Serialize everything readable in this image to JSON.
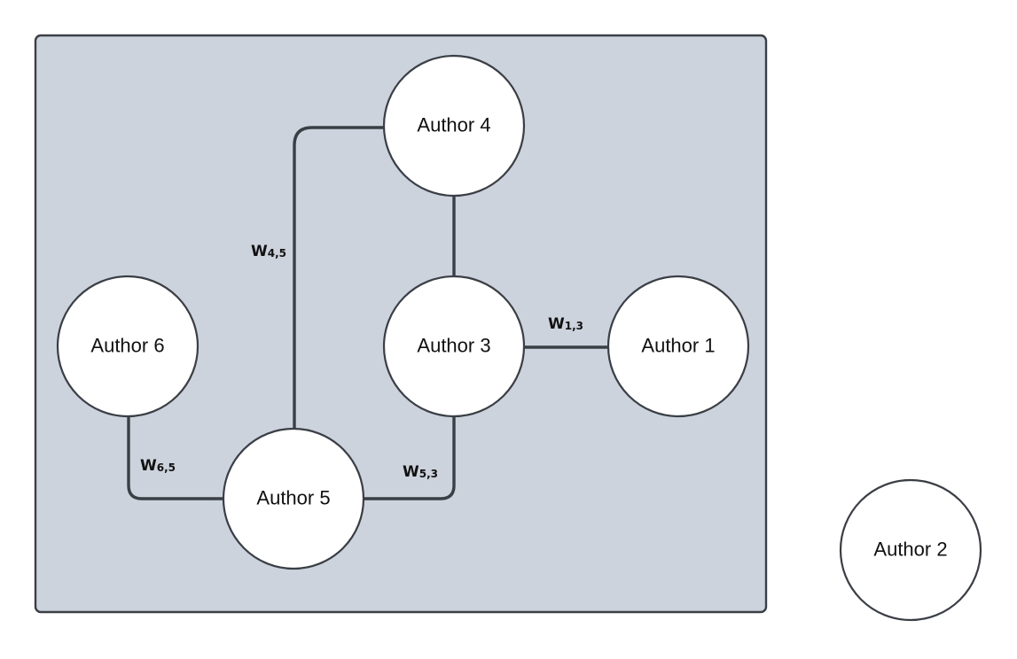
{
  "nodes": [
    {
      "id": "author-1",
      "label": "Author 1"
    },
    {
      "id": "author-2",
      "label": "Author 2"
    },
    {
      "id": "author-3",
      "label": "Author 3"
    },
    {
      "id": "author-4",
      "label": "Author 4"
    },
    {
      "id": "author-5",
      "label": "Author 5"
    },
    {
      "id": "author-6",
      "label": "Author 6"
    }
  ],
  "edges": [
    {
      "id": "edge-4-5",
      "from": "author-4",
      "to": "author-5",
      "label_main": "W",
      "label_sub": "4,5"
    },
    {
      "id": "edge-4-3",
      "from": "author-4",
      "to": "author-3",
      "label_main": "",
      "label_sub": ""
    },
    {
      "id": "edge-1-3",
      "from": "author-1",
      "to": "author-3",
      "label_main": "W",
      "label_sub": "1,3"
    },
    {
      "id": "edge-5-3",
      "from": "author-5",
      "to": "author-3",
      "label_main": "W",
      "label_sub": "5,3"
    },
    {
      "id": "edge-6-5",
      "from": "author-6",
      "to": "author-5",
      "label_main": "W",
      "label_sub": "6,5"
    }
  ],
  "colors": {
    "group_fill": "#cdd3dc",
    "stroke": "#3a3e45",
    "node_fill": "#ffffff",
    "background": "#ffffff"
  }
}
